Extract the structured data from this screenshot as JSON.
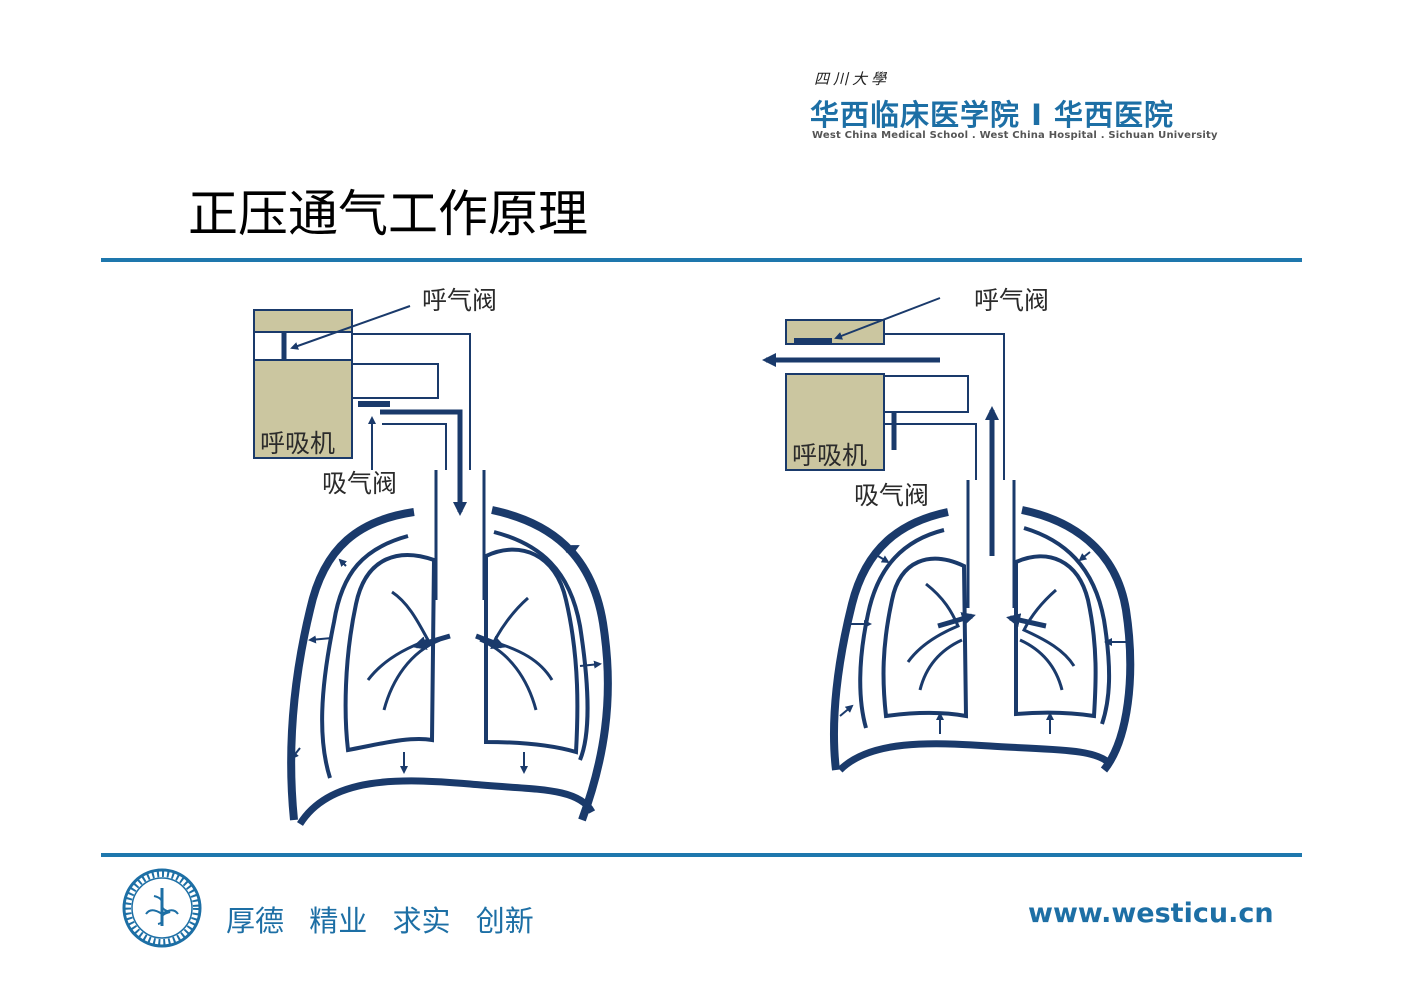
{
  "header": {
    "university": "四川大學",
    "logo_title": "华西临床医学院 I 华西医院",
    "logo_subtitle": "West China Medical School . West China Hospital . Sichuan University"
  },
  "slide": {
    "title": "正压通气工作原理"
  },
  "diagrams": {
    "left": {
      "exhale_valve_label": "呼气阀",
      "ventilator_label": "呼吸机",
      "inhale_valve_label": "吸气阀"
    },
    "right": {
      "exhale_valve_label": "呼气阀",
      "ventilator_label": "呼吸机",
      "inhale_valve_label": "吸气阀"
    }
  },
  "footer": {
    "motto": [
      "厚德",
      "精业",
      "求实",
      "创新"
    ],
    "website": "www.westicu.cn"
  },
  "colors": {
    "brand_blue": "#1d6fa5",
    "rule_blue": "#1e77ad",
    "diagram_navy": "#1a3a6b",
    "ventilator_fill": "#cbc6a0"
  }
}
